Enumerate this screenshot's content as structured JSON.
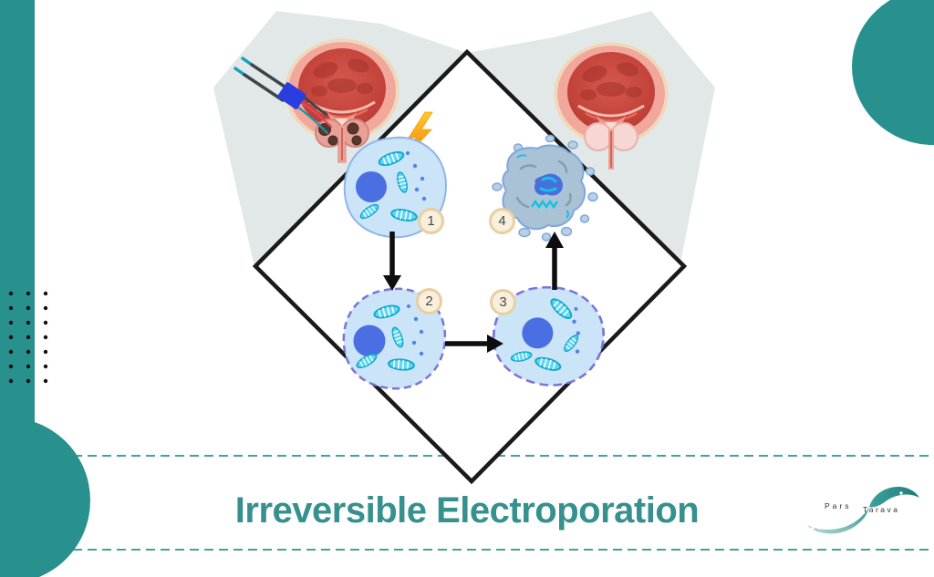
{
  "slide": {
    "title": "Irreversible Electroporation",
    "steps": [
      "1",
      "2",
      "3",
      "4"
    ],
    "logo": {
      "word1": "Pars",
      "word2": "Tarava"
    },
    "colors": {
      "accent_teal": "#28918D",
      "title_teal": "#35908E",
      "dashed_line_teal": "#47A09B",
      "panel_gray": "#E2E8E8",
      "diamond_border_black": "#1A1A1A",
      "badge_fill": "#F8F0DC",
      "badge_border": "#E8CFA2",
      "cell_blue": "#CBE4F8",
      "nucleus_blue": "#4A6FE3",
      "mitochondria_cyan": "#62D8F2",
      "dying_cell_gray_blue": "#A9C2D6",
      "lightning_orange": "#F9A71C",
      "bladder_red": "#C8473F",
      "tumor_brown": "#5A372E",
      "electrode_blue": "#2A3EE0"
    },
    "icons": {
      "lightning-icon": "electrical pulse bolt",
      "arrow-down-icon": "step 1 to 2",
      "arrow-right-icon": "step 2 to 3",
      "arrow-up-icon": "step 3 to 4",
      "bladder-tumor-illustration": "bladder with prostate tumor and IRE needle electrodes",
      "bladder-healthy-illustration": "bladder after treatment",
      "logo-ribbon-icon": "teal wave ribbon"
    }
  }
}
